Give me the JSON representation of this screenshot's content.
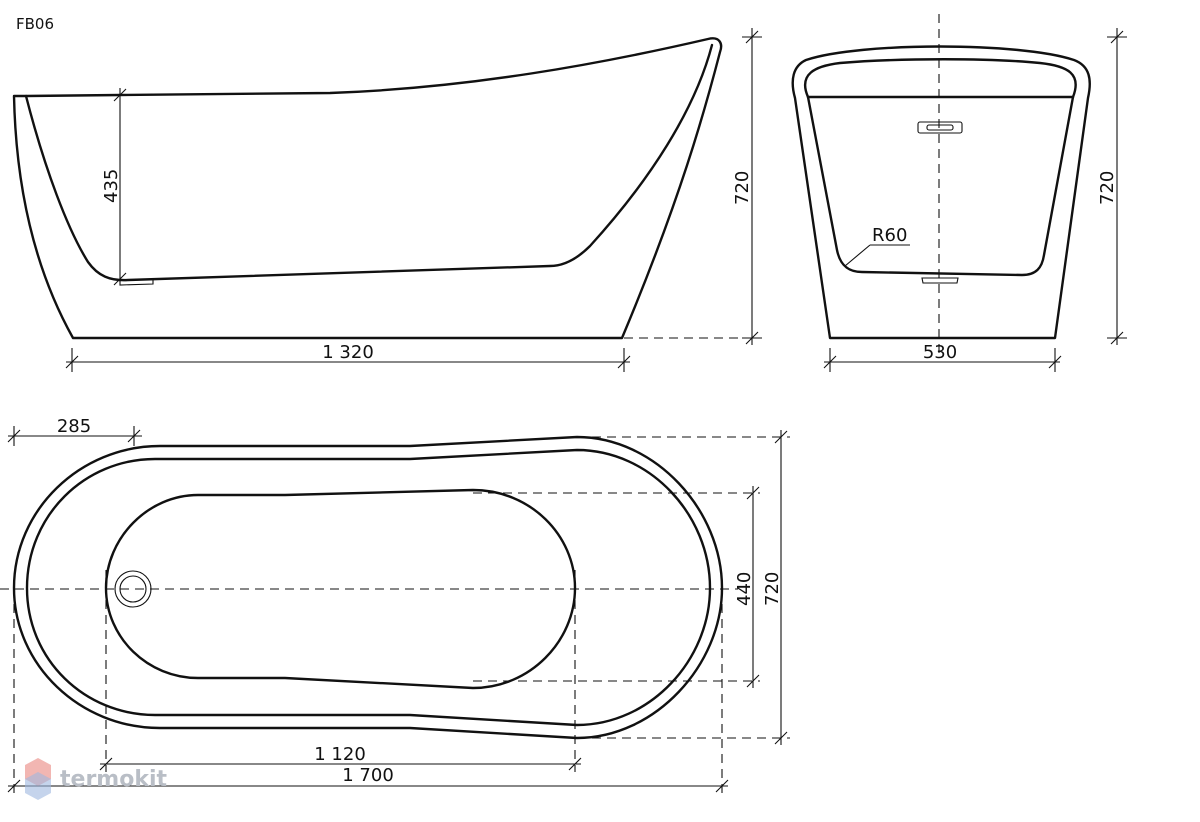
{
  "model_code": "FB06",
  "side_view": {
    "depth_label": "435",
    "height_label": "720",
    "bottom_length_label": "1 320"
  },
  "end_view": {
    "radius_label": "R60",
    "height_label": "720",
    "bottom_width_label": "530"
  },
  "top_view": {
    "offset_label": "285",
    "inner_width_label": "440",
    "outer_width_label": "720",
    "inner_length_label": "1 120",
    "outer_length_label": "1 700"
  },
  "watermark": {
    "brand": "termokit",
    "colors": [
      "#e87a72",
      "#9fb7e0"
    ]
  }
}
